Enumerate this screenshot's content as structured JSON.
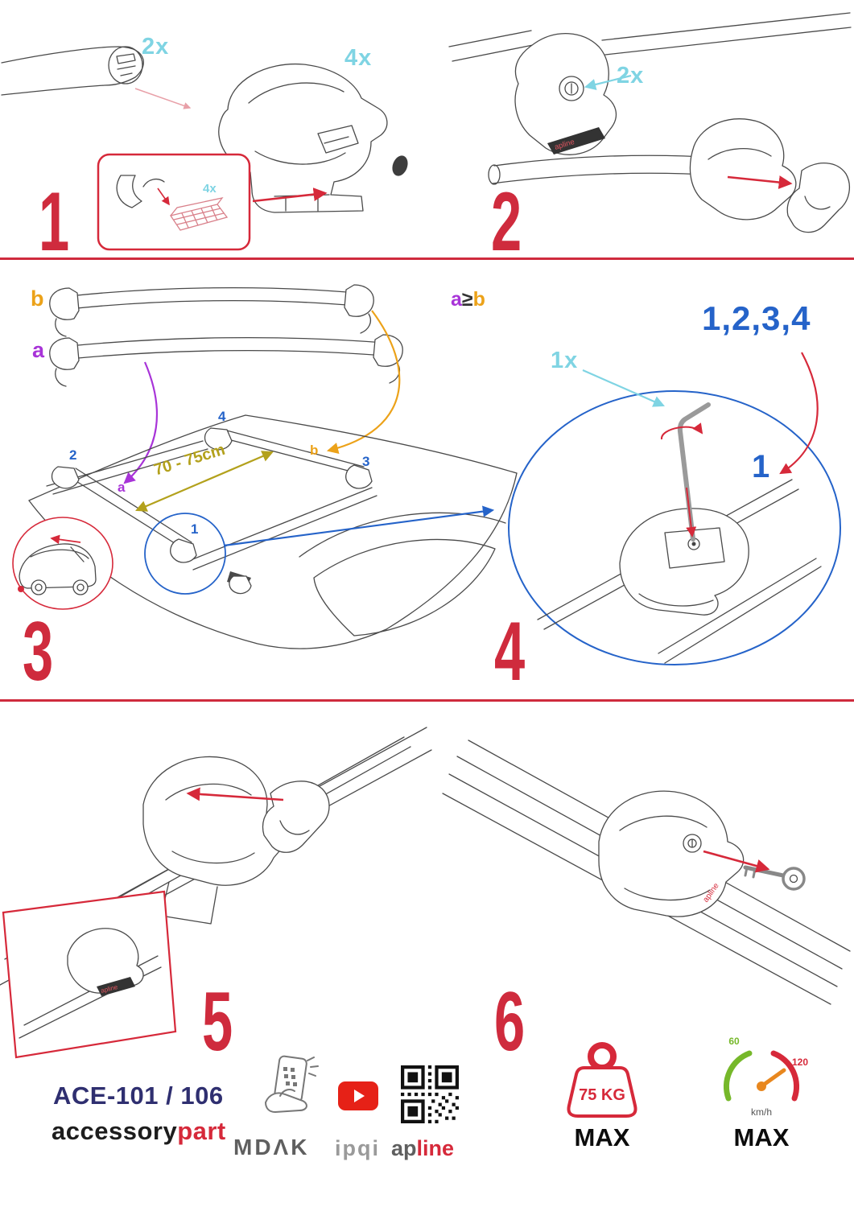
{
  "product": {
    "logo": "apline"
  },
  "colors": {
    "red": "#d6293a",
    "cyan": "#7fd4e3",
    "blue": "#2563c9",
    "purple": "#a834d8",
    "orange": "#eca219",
    "olive": "#b3a11c",
    "navy": "#2f2f70"
  },
  "step1": {
    "number": "1",
    "bar_qty": "2x",
    "foot_qty": "4x",
    "pad_qty": "4x"
  },
  "step2": {
    "number": "2",
    "lock_qty": "2x"
  },
  "step3": {
    "number": "3",
    "label_b": "b",
    "label_a": "a",
    "dimension": "70 - 75cm",
    "roof": {
      "front_left": "2",
      "rear_left": "4",
      "rear_bar": "b",
      "rear_right": "3",
      "front_bar": "a",
      "front_right": "1"
    }
  },
  "step4": {
    "number": "4",
    "condition": {
      "a": "a",
      "op": "≥",
      "b": "b"
    },
    "repeat_ref": "1,2,3,4",
    "tool_qty": "1x",
    "substep": "1"
  },
  "step5": {
    "number": "5"
  },
  "step6": {
    "number": "6"
  },
  "footer": {
    "model": "ACE-101 / 106",
    "brand": {
      "part1": "accessory",
      "part2": "part"
    },
    "partners": {
      "mdak": "MDΛK",
      "ipqi": "ipqi",
      "apline_gray": "ap",
      "apline_red": "line"
    },
    "weight": {
      "value": "75 KG",
      "max": "MAX"
    },
    "speed": {
      "low": "60",
      "high": "120",
      "unit": "km/h",
      "max": "MAX"
    }
  }
}
